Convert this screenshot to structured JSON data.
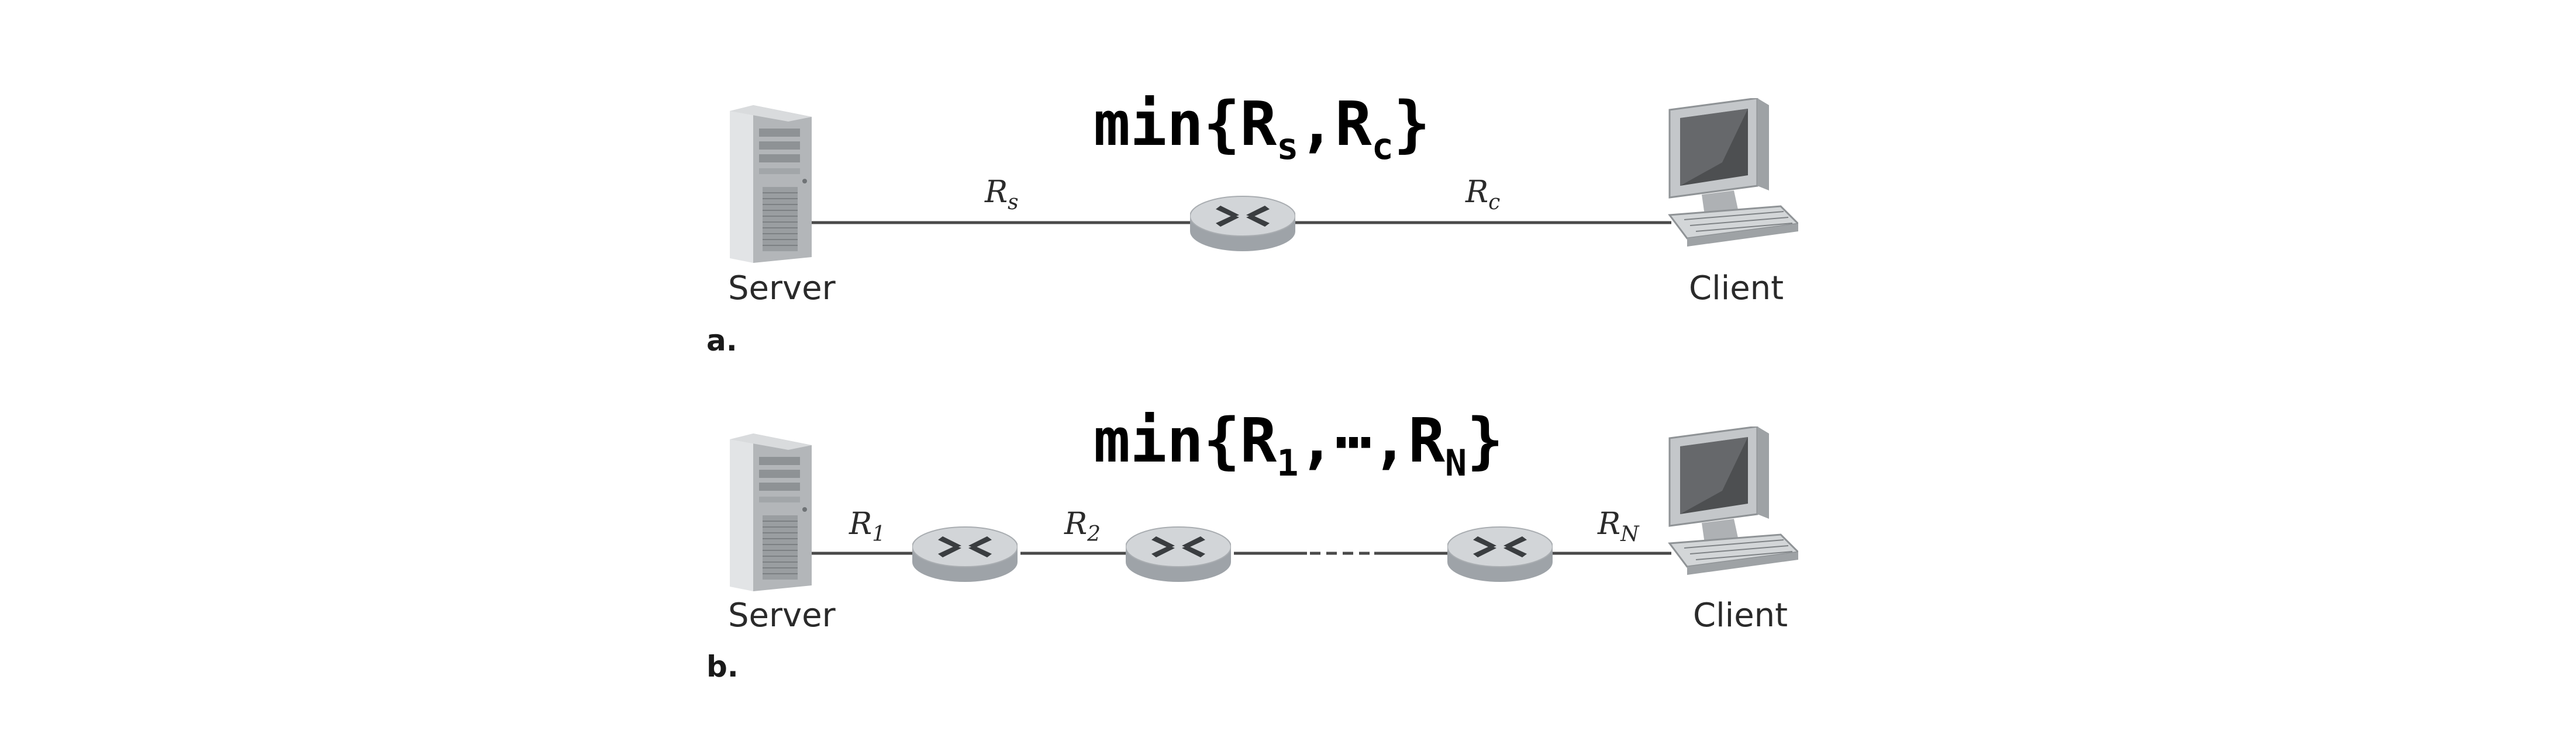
{
  "panel_a": {
    "formula": {
      "prefix": "min{R",
      "sub1": "s",
      "sep": ",R",
      "sub2": "c",
      "suffix": "}"
    },
    "server_label": "Server",
    "client_label": "Client",
    "link_server_rate": {
      "base": "R",
      "sub": "s"
    },
    "link_client_rate": {
      "base": "R",
      "sub": "c"
    },
    "part_label": "a."
  },
  "panel_b": {
    "formula": {
      "prefix": "min{R",
      "sub1": "1",
      "mid": ",⋯,R",
      "sub2": "N",
      "suffix": "}"
    },
    "server_label": "Server",
    "client_label": "Client",
    "link_1_rate": {
      "base": "R",
      "sub": "1"
    },
    "link_2_rate": {
      "base": "R",
      "sub": "2"
    },
    "link_n_rate": {
      "base": "R",
      "sub": "N"
    },
    "part_label": "b."
  },
  "colors": {
    "router_top": "#d2d5d8",
    "router_side": "#9ea3a8",
    "router_mark": "#3a3d40",
    "server_body": "#c9cccf",
    "monitor_frame": "#b9bcbf",
    "monitor_screen": "#4a4a4a"
  }
}
